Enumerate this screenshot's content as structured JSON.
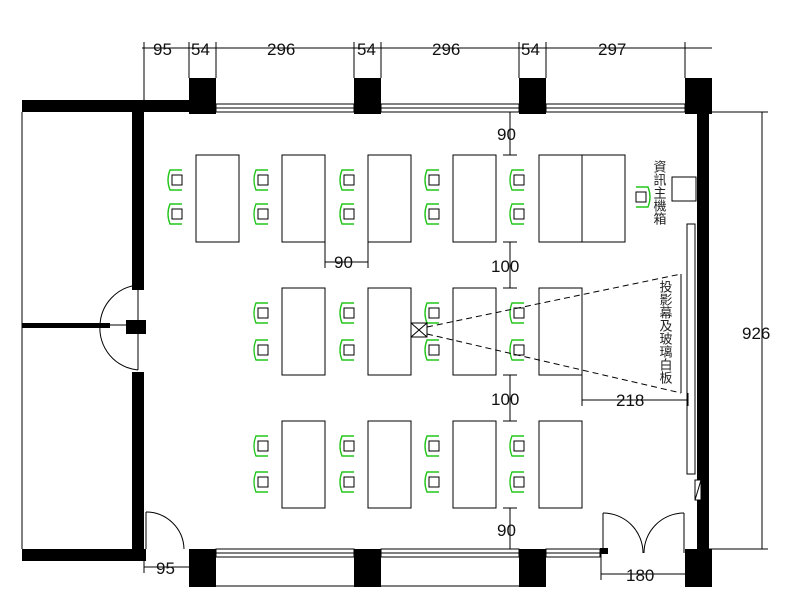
{
  "dimensions": {
    "top": [
      "95",
      "54",
      "296",
      "54",
      "296",
      "54",
      "297"
    ],
    "room_height": "926",
    "top_clearance": "90",
    "aisle_between_desks": "90",
    "row_gap_1": "100",
    "row_gap_2": "100",
    "bottom_clearance": "90",
    "screen_distance": "218",
    "bottom_left": "95",
    "door_width": "180"
  },
  "labels": {
    "server_cabinet": "資訊主機箱",
    "projection_screen": "投影幕及玻璃白板"
  },
  "colors": {
    "wall": "#000000",
    "chair": "#22c51a",
    "line": "#000000"
  }
}
